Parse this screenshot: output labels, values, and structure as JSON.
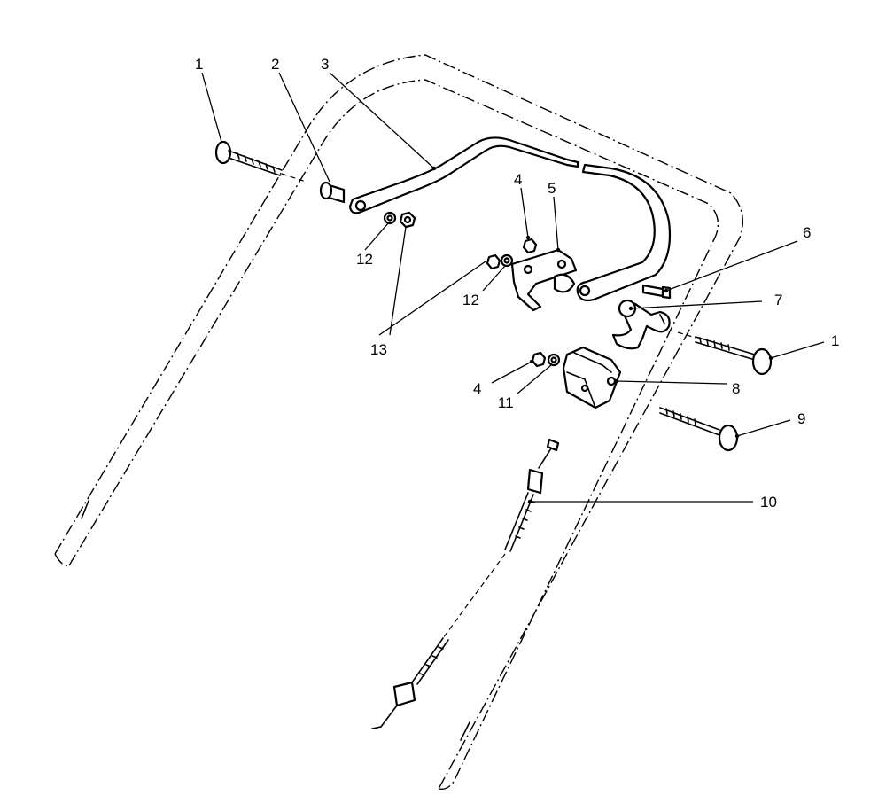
{
  "callouts": {
    "c1a": "1",
    "c2": "2",
    "c3": "3",
    "c4a": "4",
    "c5": "5",
    "c6": "6",
    "c7": "7",
    "c1b": "1",
    "c8": "8",
    "c4b": "4",
    "c11": "11",
    "c9": "9",
    "c12a": "12",
    "c12b": "12",
    "c13": "13",
    "c10": "10"
  }
}
